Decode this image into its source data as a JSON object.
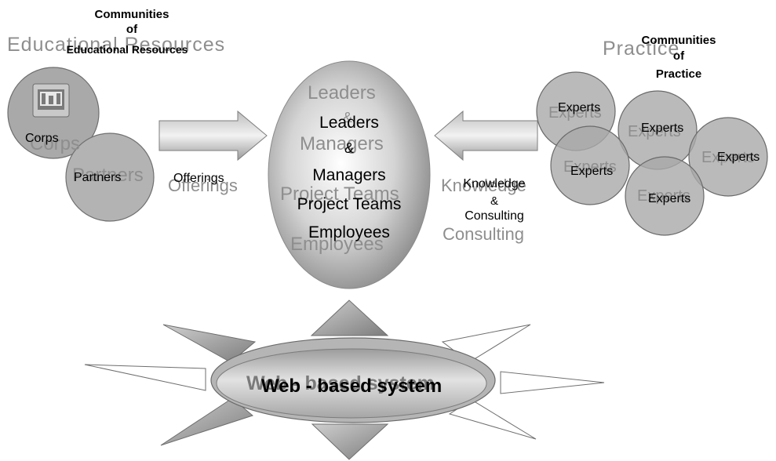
{
  "left_group": {
    "heading_ghost": "Educational Resources",
    "heading": "Communities of Educational Resources",
    "heading_line1": "Communities",
    "heading_line2": "of",
    "heading_line3": "Educational Resources",
    "corps": "Corps",
    "partners": "Partners"
  },
  "right_group": {
    "heading_ghost": "Practice",
    "heading": "Communities of Practice",
    "heading_line1": "Communities",
    "heading_line2": "of",
    "heading_line3": "Practice",
    "experts": [
      "Experts",
      "Experts",
      "Experts",
      "Experts",
      "Experts"
    ]
  },
  "center": {
    "leaders": "Leaders",
    "amp": "&",
    "managers": "Managers",
    "project_teams": "Project Teams",
    "employees": "Employees",
    "ghost_leaders": "Leaders",
    "ghost_amp": "&",
    "ghost_managers": "Managers",
    "ghost_project_teams": "Project Teams",
    "ghost_employees": "Employees"
  },
  "arrows": {
    "offerings": "Offerings",
    "offerings_ghost": "Offerings",
    "knowledge": "Knowledge",
    "amp": "&",
    "consulting": "Consulting",
    "knowledge_ghost": "Knowledge",
    "consulting_ghost": "Consulting"
  },
  "system": {
    "label": "Web - based system",
    "label_ghost": "Web - based system"
  }
}
